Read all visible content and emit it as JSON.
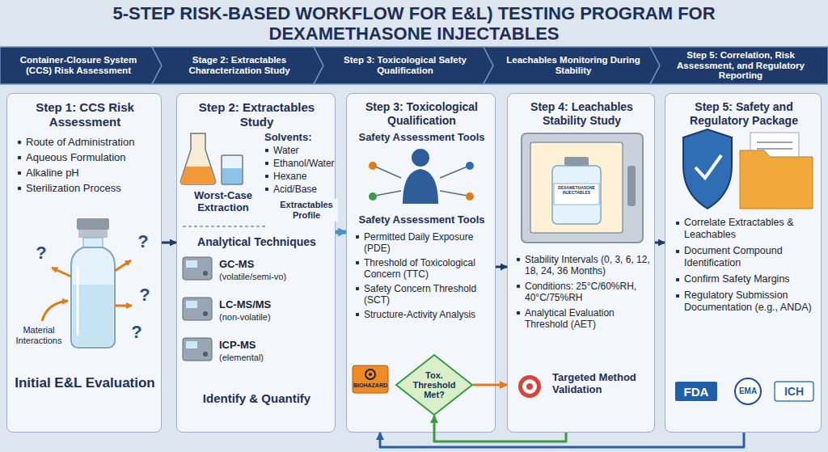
{
  "diagram": {
    "title": "5-STEP RISK-BASED WORKFLOW FOR E&L) TESTING PROGRAM FOR DEXAMETHASONE INJECTABLES",
    "nodes": [
      {
        "text": [
          "Container-Closure System (CCS) Risk Assessment"
        ]
      },
      {
        "text": [
          "Stage 2: Extractables Characterization Study"
        ]
      },
      {
        "text": [
          "Step 3: Toxicological Safety Qualification"
        ]
      },
      {
        "text": [
          "Leachables Monitoring During Stability"
        ]
      },
      {
        "text": [
          "Step 5: Correlation, Risk Assessment, and Regulatory Reporting"
        ]
      },
      {
        "text": [
          "Step 1: CCS Risk Assessment",
          "Route of Administration",
          "Aqueous Formulation",
          "Alkaline pH",
          "Sterilization Process",
          "Initial E&L Evaluation"
        ]
      },
      {
        "text": [
          "Step 2: Extractables Study",
          "Solvents:",
          "Water",
          "Ethanol/Water",
          "Hexane",
          "Acid/Base",
          "Worst-Case Extraction",
          "Analytical Techniques",
          "GC-MS",
          "(volatile/semi-vo)",
          "LC-MS/MS",
          "(non-volatile)",
          "ICP-MS",
          "(elemental)",
          "Identify & Quantify"
        ]
      },
      {
        "text": [
          "Step 3: Toxicological Qualification",
          "Safety Assessment Tools",
          "Safety Assessment Tools",
          "Permitted Daily Exposure (PDE)",
          "Threshold of Toxicological Concern (TTC)",
          "Safety Concern Threshold (SCT)",
          "Structure-Activity Analysis"
        ]
      },
      {
        "text": [
          "Tox. Threshold Met?"
        ],
        "in": 7
      },
      {
        "text": [
          "Step 4: Leachables Stability Study",
          "Stability Intervals (0, 3, 6, 12, 18, 24, 36 Months)",
          "Conditions: 25°C/60%RH, 40°C/75%RH",
          "Analytical Evaluation Threshold (AET)",
          "Targeted Method Validation"
        ]
      },
      {
        "text": [
          "Step 5: Safety and Regulatory Package",
          "Correlate Extractables & Leachables",
          "Document Compound Identification",
          "Confirm Safety Margins",
          "Regulatory Submission Documentation (e.g., ANDA)"
        ]
      }
    ],
    "edges": [
      {
        "from": 5,
        "to": 6,
        "arrow": "to"
      },
      {
        "from": 6,
        "to": 7,
        "label": "Extractables Profile",
        "arrow": "to"
      },
      {
        "from": 7,
        "to": 9,
        "arrow": "to"
      },
      {
        "from": 8,
        "to": 9,
        "arrow": "to"
      },
      {
        "from": 9,
        "to": 10,
        "arrow": "to"
      },
      {
        "from": 9,
        "to": 8,
        "arrow": "to"
      },
      {
        "from": 10,
        "to": 7,
        "arrow": "to"
      }
    ],
    "labels": [
      "?",
      "?",
      "?",
      "?",
      "Material Interactions",
      "BIOHAZARD",
      "DEXAMETHASONE INJECTABLES",
      "FDA",
      "EMA",
      "ICH"
    ]
  }
}
